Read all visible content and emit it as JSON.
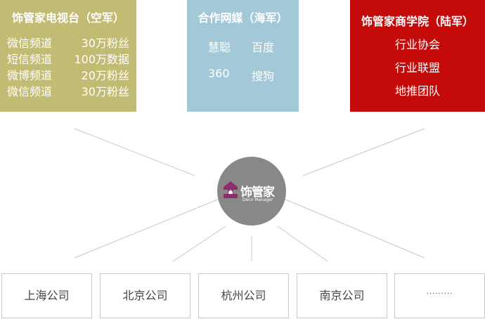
{
  "air": {
    "title": "饰管家电视台（空军）",
    "rows": [
      {
        "label": "微信频道",
        "value": "30万粉丝"
      },
      {
        "label": "短信频道",
        "value": "100万数据"
      },
      {
        "label": "微博频道",
        "value": "20万粉丝"
      },
      {
        "label": "微信频道",
        "value": "30万粉丝"
      }
    ]
  },
  "sea": {
    "title": "合作网媒（海军）",
    "items": [
      "慧聪",
      "百度",
      "360",
      "搜狗"
    ]
  },
  "land": {
    "title": "饰管家商学院（陆军）",
    "items": [
      "行业协会",
      "行业联盟",
      "地推团队"
    ]
  },
  "center": {
    "name": "饰管家",
    "name_en": "Deco Manager"
  },
  "branches": [
    "上海公司",
    "北京公司",
    "杭州公司",
    "南京公司",
    "·········"
  ],
  "colors": {
    "air": "#c2bb73",
    "sea": "#a3c8d7",
    "land": "#c50a0a",
    "logo_purple": "#8b2d6e",
    "line": "#c8c8c8"
  }
}
